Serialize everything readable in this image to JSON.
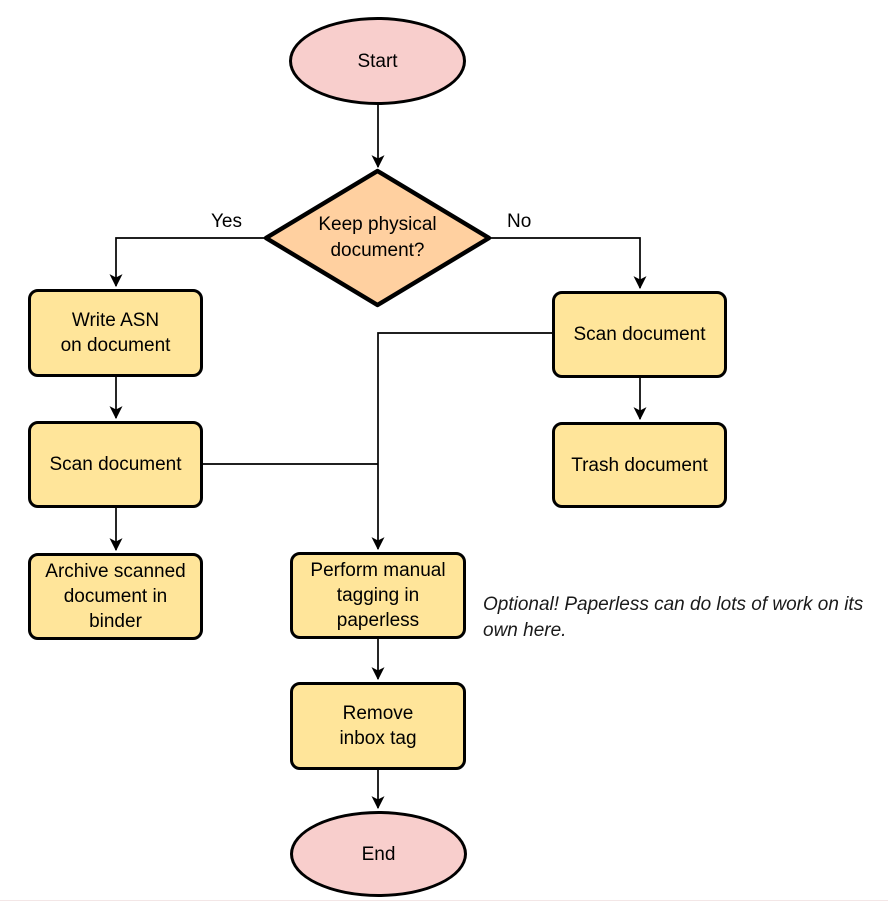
{
  "colors": {
    "background": "#ffffff",
    "terminal_fill": "#f8cecc",
    "process_fill": "#ffe59a",
    "decision_fill": "#ffd0a0",
    "stroke": "#000000",
    "note_text": "#1a1a1a",
    "bottom_rule": "#f3e6e6"
  },
  "nodes": {
    "start": {
      "label": "Start"
    },
    "decision": {
      "lines": [
        "Keep physical",
        "document?"
      ]
    },
    "write_asn": {
      "lines": [
        "Write ASN",
        "on document"
      ]
    },
    "scan_left": {
      "lines": [
        "Scan document"
      ]
    },
    "archive": {
      "lines": [
        "Archive scanned",
        "document in",
        "binder"
      ]
    },
    "scan_right": {
      "lines": [
        "Scan document"
      ]
    },
    "trash": {
      "lines": [
        "Trash document"
      ]
    },
    "tagging": {
      "lines": [
        "Perform manual",
        "tagging in",
        "paperless"
      ]
    },
    "remove_inbox": {
      "lines": [
        "Remove",
        "inbox tag"
      ]
    },
    "end": {
      "label": "End"
    }
  },
  "edge_labels": {
    "yes": "Yes",
    "no": "No"
  },
  "note": {
    "lines": [
      "Optional! Paperless can do lots of work on",
      "its own here."
    ]
  }
}
